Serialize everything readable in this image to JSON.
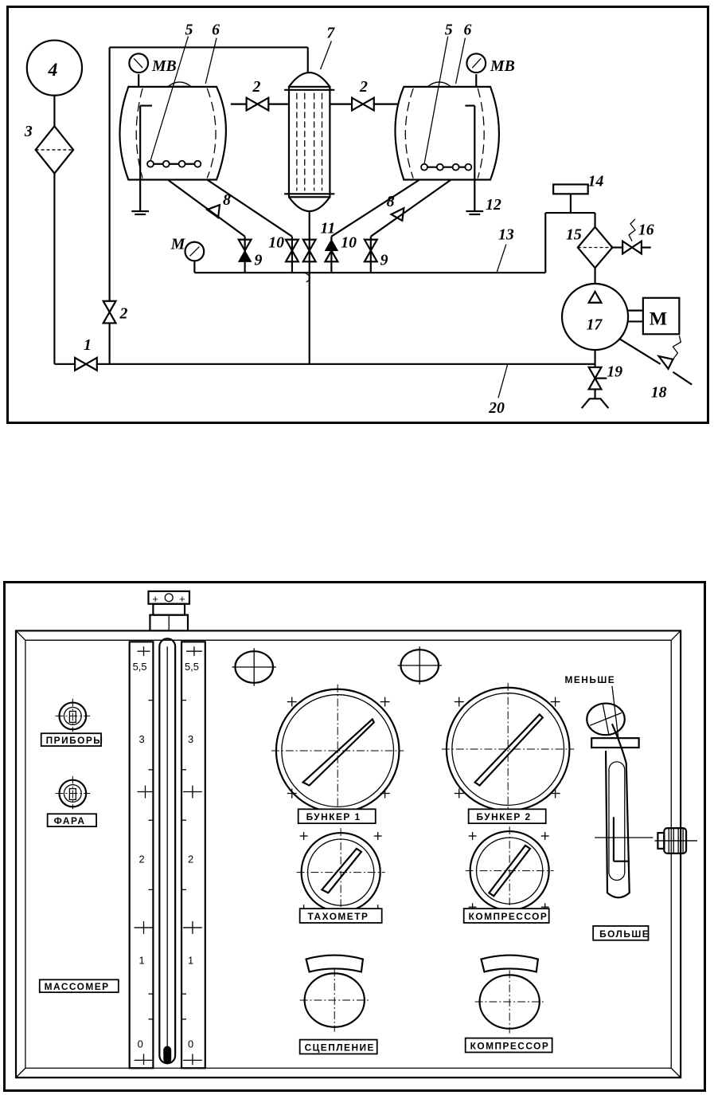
{
  "scheme": {
    "numbers": {
      "n1": "1",
      "n2": "2",
      "n3": "3",
      "n4": "4",
      "n5": "5",
      "n6": "6",
      "n7": "7",
      "n8": "8",
      "n9": "9",
      "n10": "10",
      "n11": "11",
      "n12": "12",
      "n13": "13",
      "n14": "14",
      "n15": "15",
      "n16": "16",
      "n17": "17",
      "n18": "18",
      "n19": "19",
      "n20": "20"
    },
    "gauge_mv": "МВ",
    "gauge_m": "М",
    "motor": "М"
  },
  "console": {
    "switches": {
      "pribory": "ПРИБОРЫ",
      "fara": "ФАРА"
    },
    "massomer": "МАССОМЕР",
    "scale_ticks": [
      "5,5",
      "3",
      "2",
      "1",
      "0"
    ],
    "gauges": {
      "bunker1": "БУНКЕР 1",
      "bunker2": "БУНКЕР 2",
      "tachometer": "ТАХОМЕТР",
      "compressor_gauge": "КОМПРЕССОР"
    },
    "lamps": {
      "clutch": "СЦЕПЛЕНИЕ",
      "compressor_lamp": "КОМПРЕССОР"
    },
    "lever": {
      "less": "МЕНЬШЕ",
      "more": "БОЛЬШЕ"
    }
  }
}
